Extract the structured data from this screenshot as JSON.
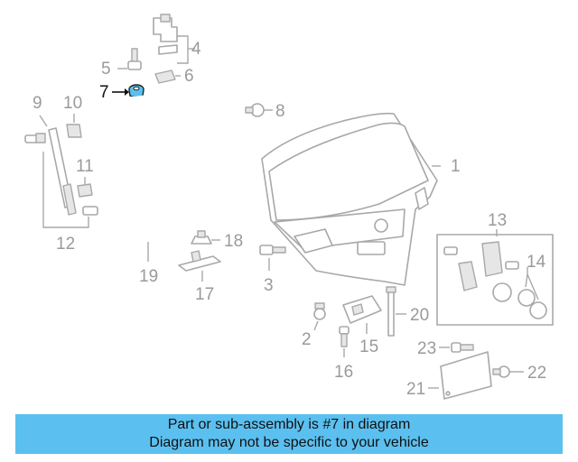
{
  "callouts": {
    "c1": "1",
    "c2": "2",
    "c3": "3",
    "c4": "4",
    "c5": "5",
    "c6": "6",
    "c7": "7",
    "c8": "8",
    "c9": "9",
    "c10": "10",
    "c11": "11",
    "c12": "12",
    "c13": "13",
    "c14": "14",
    "c15": "15",
    "c16": "16",
    "c17": "17",
    "c18": "18",
    "c19": "19",
    "c20": "20",
    "c21": "21",
    "c22": "22",
    "c23": "23"
  },
  "highlighted_part": "7",
  "colors": {
    "highlight": "#5bc0f0",
    "banner": "#5bc0f0",
    "part_stroke": "#a8a8a8"
  },
  "banner": {
    "line1": "Part or sub-assembly is #7 in diagram",
    "line2": "Diagram may not be specific to your vehicle"
  }
}
